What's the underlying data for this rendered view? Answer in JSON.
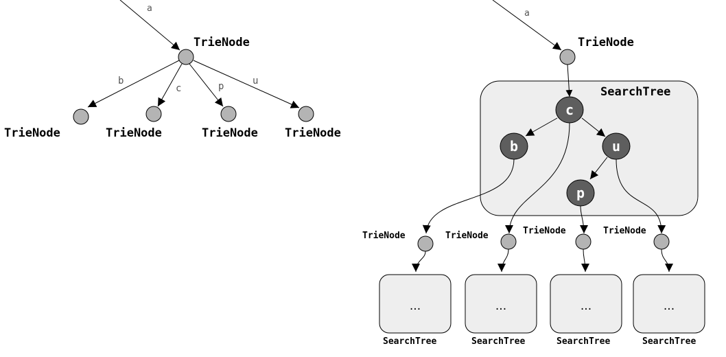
{
  "left_diagram": {
    "incoming_edge_label": "a",
    "root_label": "TrieNode",
    "children": [
      {
        "edge_label": "b",
        "node_label": "TrieNode"
      },
      {
        "edge_label": "c",
        "node_label": "TrieNode"
      },
      {
        "edge_label": "p",
        "node_label": "TrieNode"
      },
      {
        "edge_label": "u",
        "node_label": "TrieNode"
      }
    ]
  },
  "right_diagram": {
    "incoming_edge_label": "a",
    "root_label": "TrieNode",
    "search_tree_label": "SearchTree",
    "inner_nodes": [
      "c",
      "b",
      "u",
      "p"
    ],
    "child_node_labels": [
      "TrieNode",
      "TrieNode",
      "TrieNode",
      "TrieNode"
    ],
    "subtree_content": [
      "...",
      "...",
      "...",
      "..."
    ],
    "subtree_labels": [
      "SearchTree",
      "SearchTree",
      "SearchTree",
      "SearchTree"
    ]
  },
  "colors": {
    "trie_node_fill": "#b4b4b4",
    "inner_node_fill": "#5e5e5e",
    "box_fill": "#eeeeee",
    "stroke": "#000000"
  }
}
